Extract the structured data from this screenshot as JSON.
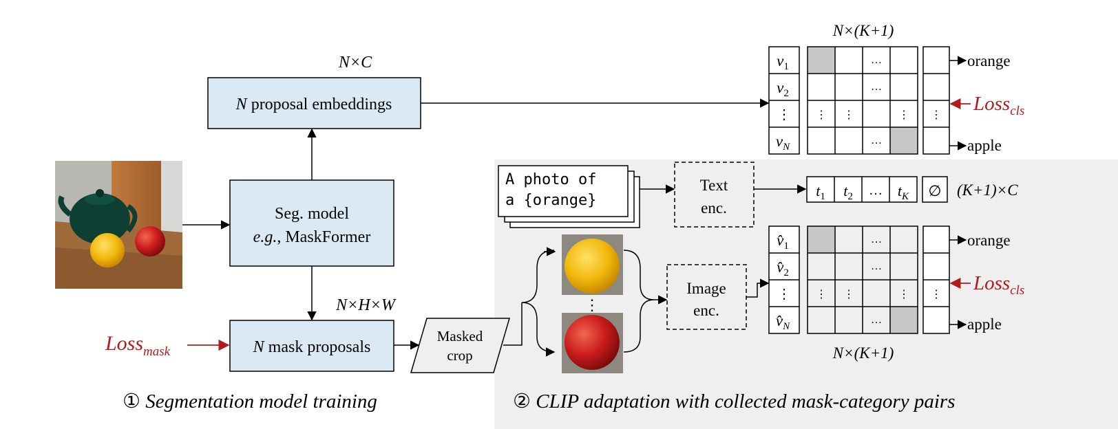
{
  "top_dims": "N×C",
  "seg_model": {
    "line1": "Seg. model",
    "line2_italic": "e.g.",
    "line2_rest": ", MaskFormer"
  },
  "embeddings": {
    "n": "N",
    "rest": " proposal embeddings"
  },
  "masks": {
    "n": "N",
    "rest": " mask proposals",
    "dims": "N×H×W"
  },
  "loss_mask": {
    "base": "Loss",
    "sub": "mask"
  },
  "masked_crop": {
    "line1": "Masked",
    "line2": "crop"
  },
  "section1": {
    "num": "①",
    "label": " Segmentation model training"
  },
  "section2": {
    "num": "②",
    "label": " CLIP adaptation with collected mask-category pairs"
  },
  "prompt": {
    "line1": "A photo of",
    "line2": "a {orange}"
  },
  "text_enc": {
    "line1": "Text",
    "line2": "enc."
  },
  "image_enc": {
    "line1": "Image",
    "line2": "enc."
  },
  "text_tokens": [
    "t",
    "t",
    "…",
    "t",
    "∅"
  ],
  "text_token_subs": [
    "1",
    "2",
    "",
    "K",
    ""
  ],
  "text_dims": "(K+1)×C",
  "matrix_dims": "N×(K+1)",
  "top_matrix": {
    "rows": [
      "v",
      "v",
      "⋮",
      "v"
    ],
    "subs": [
      "1",
      "2",
      "",
      "N"
    ]
  },
  "bottom_matrix": {
    "rows": [
      "v̂",
      "v̂",
      "⋮",
      "v̂"
    ],
    "subs": [
      "1",
      "2",
      "",
      "N"
    ]
  },
  "outputs": {
    "orange": "orange",
    "apple": "apple"
  },
  "loss_cls": {
    "base": "Loss",
    "sub": "cls"
  },
  "ellipsis_h": "…",
  "ellipsis_v": "⋮",
  "colors": {
    "box_blue": "#dbe9f5",
    "panel_gray": "#efefef",
    "loss_red": "#b31b1b",
    "cell_gray": "#c8c8c8"
  }
}
